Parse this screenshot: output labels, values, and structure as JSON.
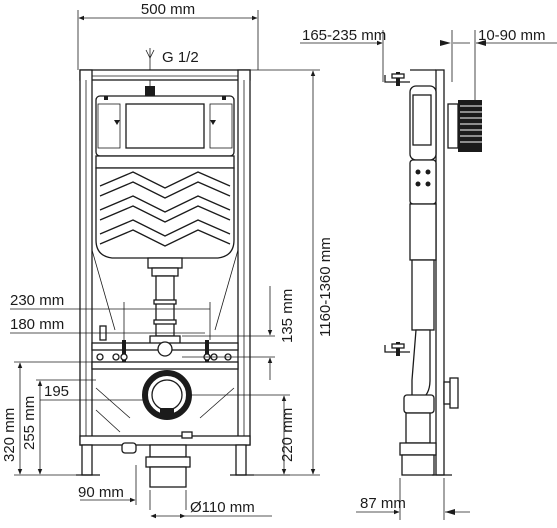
{
  "labels": {
    "frame_width": "500 mm",
    "inlet": "G 1/2",
    "total_height": "1160-1360 mm",
    "dim_230": "230 mm",
    "dim_180": "180 mm",
    "dim_135": "135 mm",
    "dim_195": "195",
    "dim_320": "320 mm",
    "dim_255": "255 mm",
    "dim_220": "220 mm",
    "dim_90": "90 mm",
    "dim_110": "Ø110 mm",
    "wall_gap": "165-235 mm",
    "adjust": "10-90 mm",
    "dim_87": "87 mm"
  }
}
